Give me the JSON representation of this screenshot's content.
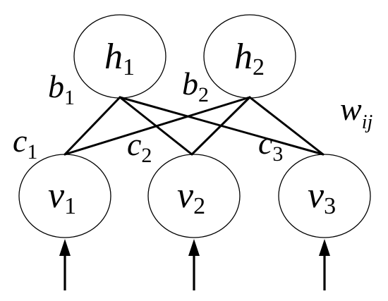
{
  "hidden_units": [
    {
      "symbol": "h",
      "index": "1",
      "bias_symbol": "b",
      "bias_index": "1"
    },
    {
      "symbol": "h",
      "index": "2",
      "bias_symbol": "b",
      "bias_index": "2"
    }
  ],
  "visible_units": [
    {
      "symbol": "v",
      "index": "1",
      "bias_symbol": "c",
      "bias_index": "1"
    },
    {
      "symbol": "v",
      "index": "2",
      "bias_symbol": "c",
      "bias_index": "2"
    },
    {
      "symbol": "v",
      "index": "3",
      "bias_symbol": "c",
      "bias_index": "3"
    }
  ],
  "weight": {
    "symbol": "w",
    "index": "ij"
  }
}
